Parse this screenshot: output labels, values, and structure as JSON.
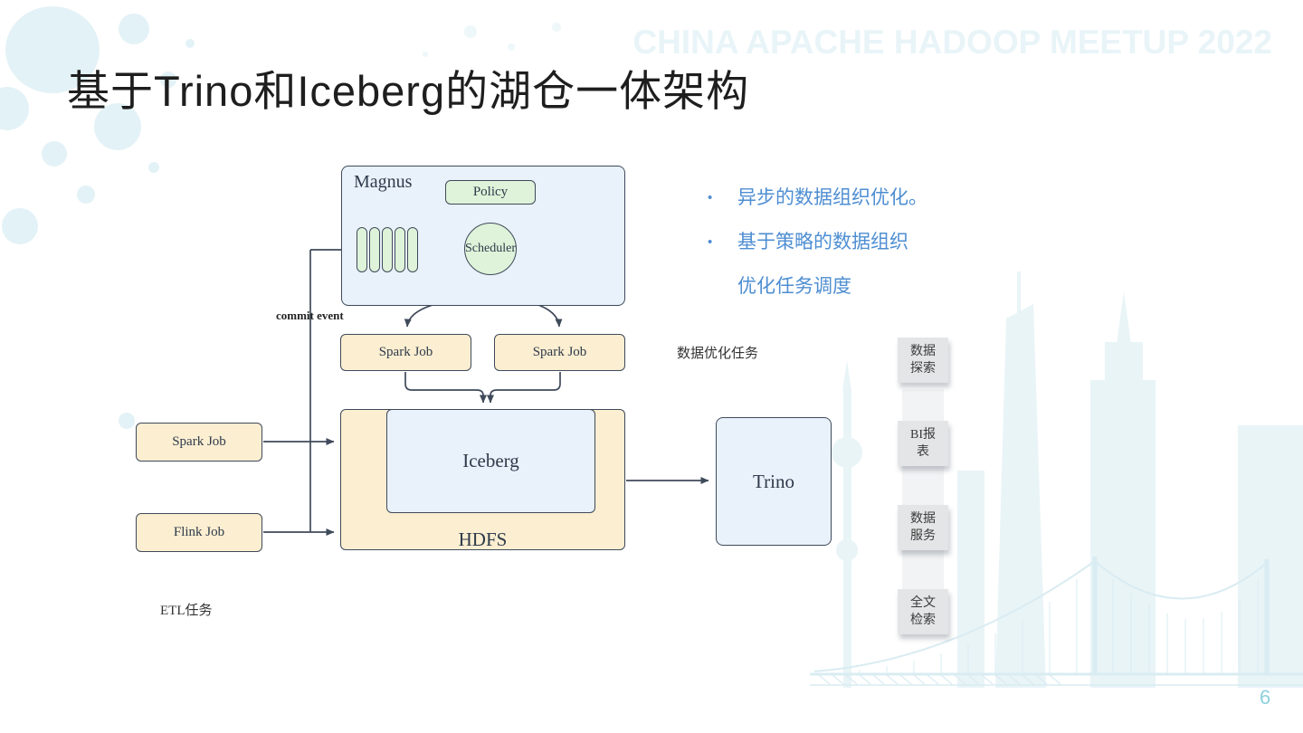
{
  "slide": {
    "title": "基于Trino和Iceberg的湖仓一体架构",
    "watermark": "CHINA APACHE HADOOP MEETUP 2022",
    "page_number": "6"
  },
  "bullets": {
    "items": [
      {
        "lines": [
          "异步的数据组织优化。"
        ]
      },
      {
        "lines": [
          "基于策略的数据组织",
          "优化任务调度"
        ]
      }
    ]
  },
  "diagram": {
    "magnus": {
      "title": "Magnus",
      "policy": "Policy",
      "scheduler": "Scheduler"
    },
    "commit_event": "commit event",
    "optimize_jobs": [
      {
        "label": "Spark Job"
      },
      {
        "label": "Spark Job"
      }
    ],
    "optimize_tasks_caption": "数据优化任务",
    "etl_jobs": [
      {
        "label": "Spark Job"
      },
      {
        "label": "Flink Job"
      }
    ],
    "etl_tasks_caption": "ETL任务",
    "storage": {
      "hdfs": "HDFS",
      "iceberg": "Iceberg"
    },
    "query_engine": "Trino",
    "services": [
      {
        "lines": [
          "数据",
          "探索"
        ]
      },
      {
        "lines": [
          "BI报",
          "表"
        ]
      },
      {
        "lines": [
          "数据",
          "服务"
        ]
      },
      {
        "lines": [
          "全文",
          "检索"
        ]
      }
    ]
  },
  "colors": {
    "accent_blue_text": "#4e8ed2",
    "box_blue_fill": "#e9f1fb",
    "box_green_fill": "#def3d9",
    "box_tan_fill": "#fbeed1",
    "box_border": "#3f4a5a",
    "service_gray_fill": "#e3e5e6",
    "watermark_blue": "#e8f4f8",
    "decoration_blue": "#e3f1f5",
    "page_number_blue": "#8ed0dd"
  }
}
